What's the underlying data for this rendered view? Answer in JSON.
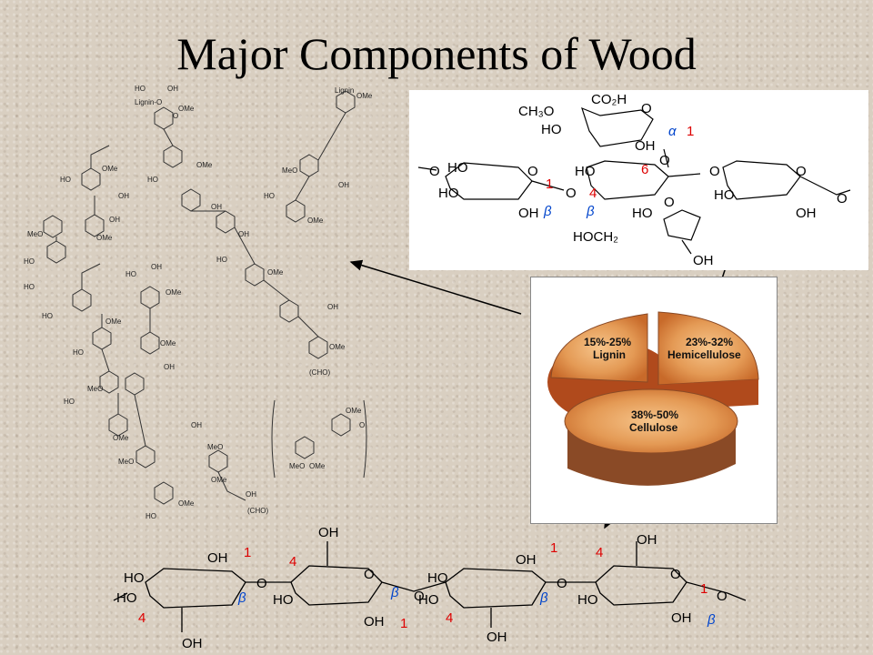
{
  "title": "Major Components of Wood",
  "pie": {
    "lignin": {
      "pct": "15%-25%",
      "name": "Lignin"
    },
    "hemicellulose": {
      "pct": "23%-32%",
      "name": "Hemicellulose"
    },
    "cellulose": {
      "pct": "38%-50%",
      "name": "Cellulose"
    }
  },
  "hemicellulose_structure": {
    "labels": {
      "co2h": "CO₂H",
      "ch3o": "CH₃O",
      "hoch2": "HOCH₂",
      "ho": "HO",
      "oh": "OH",
      "o": "O"
    },
    "numbers": [
      "1",
      "1",
      "4",
      "6"
    ],
    "greek": [
      "α",
      "β",
      "β"
    ]
  },
  "cellulose_structure": {
    "labels": {
      "ho": "HO",
      "oh": "OH",
      "o": "O"
    },
    "numbers": [
      "1",
      "4",
      "4",
      "1",
      "1",
      "4",
      "4",
      "1"
    ],
    "greek": [
      "β",
      "β",
      "β",
      "β"
    ]
  },
  "lignin_structure": {
    "labels": {
      "ome": "OMe",
      "meo": "MeO",
      "oh": "OH",
      "ho": "HO",
      "lignin_o": "Lignin-O",
      "lignin": "Lignin",
      "cho": "(CHO)",
      "o": "O"
    }
  },
  "colors": {
    "background": "#d9cfc1",
    "red": "#dd0000",
    "blue": "#0044cc",
    "wood_light": "#e9a867",
    "wood_dark": "#8a4a26"
  }
}
